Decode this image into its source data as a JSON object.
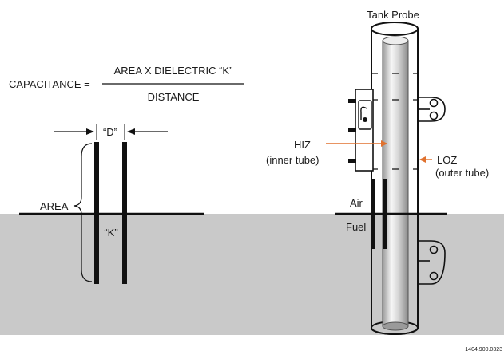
{
  "formula": {
    "lhs": "CAPACITANCE =",
    "numerator": "AREA X DIELECTRIC  “K”",
    "denominator": "DISTANCE"
  },
  "plates": {
    "distance_label": "“D”",
    "area_label": "AREA",
    "dielectric_label": "“K”"
  },
  "probe": {
    "title": "Tank Probe",
    "hiz_line1": "HIZ",
    "hiz_line2": "(inner tube)",
    "loz_line1": "LOZ",
    "loz_line2": "(outer tube)",
    "air_label": "Air",
    "fuel_label": "Fuel"
  },
  "figure_id": "1404.900.0323",
  "colors": {
    "fuel": "#c9c9c9",
    "inner_tube_light": "#f4f4f4",
    "inner_tube_dark": "#8c8c8c",
    "leader_arrow": "#e0712e",
    "ink": "#111111"
  }
}
